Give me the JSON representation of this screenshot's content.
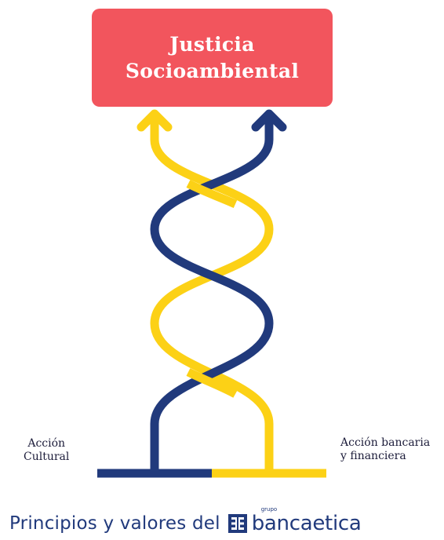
{
  "goal": {
    "line1": "Justicia",
    "line2": "Socioambiental"
  },
  "labels": {
    "left": {
      "line1": "Acción",
      "line2": "Cultural"
    },
    "right": {
      "line1": "Acción bancaria",
      "line2": "y financiera"
    }
  },
  "footer": {
    "tagline": "Principios y valores del",
    "brand_small": "grupo",
    "brand_name": "bancaetica"
  },
  "colors": {
    "goal_box": "#f2555d",
    "navy": "#213a7c",
    "yellow": "#fcd116"
  },
  "icons": {
    "strand_arrow": "arrow-up-icon",
    "brand_logo": "bancaetica-logo-icon"
  }
}
